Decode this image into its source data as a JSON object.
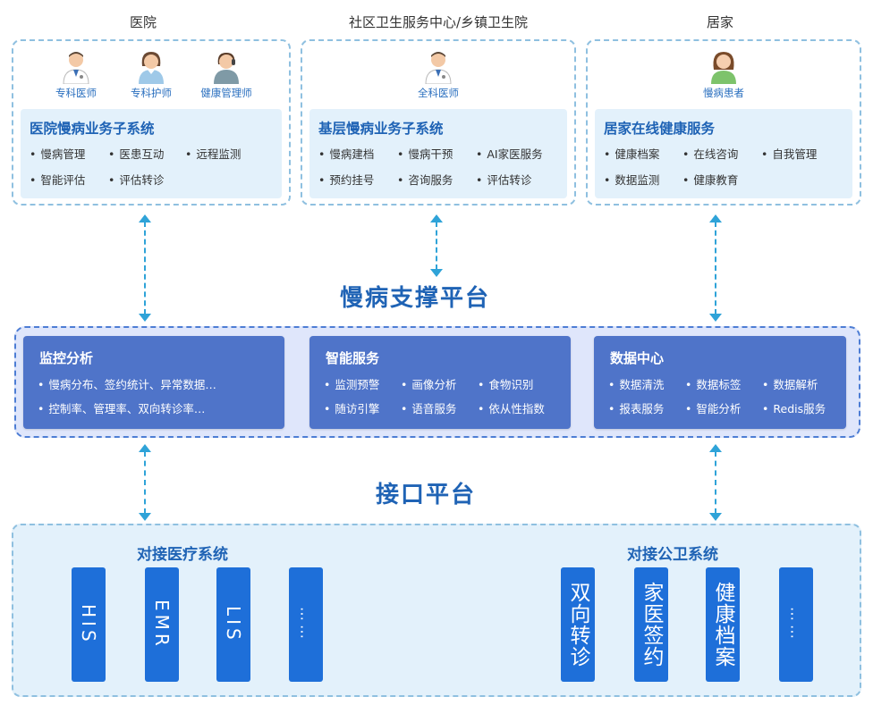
{
  "columns": {
    "hospital": {
      "header": "医院",
      "roles": [
        "专科医师",
        "专科护师",
        "健康管理师"
      ],
      "subsystem": "医院慢病业务子系统",
      "items": [
        "慢病管理",
        "医患互动",
        "远程监测",
        "智能评估",
        "评估转诊"
      ]
    },
    "community": {
      "header": "社区卫生服务中心/乡镇卫生院",
      "roles": [
        "全科医师"
      ],
      "subsystem": "基层慢病业务子系统",
      "items": [
        "慢病建档",
        "慢病干预",
        "AI家医服务",
        "预约挂号",
        "咨询服务",
        "评估转诊"
      ]
    },
    "home": {
      "header": "居家",
      "roles": [
        "慢病患者"
      ],
      "subsystem": "居家在线健康服务",
      "items": [
        "健康档案",
        "在线咨询",
        "自我管理",
        "数据监测",
        "健康教育"
      ]
    }
  },
  "support_platform": {
    "title": "慢病支撑平台",
    "boxes": [
      {
        "title": "监控分析",
        "items": [
          "慢病分布、签约统计、异常数据…",
          "控制率、管理率、双向转诊率…"
        ]
      },
      {
        "title": "智能服务",
        "items": [
          "监测预警",
          "画像分析",
          "食物识别",
          "随访引擎",
          "语音服务",
          "依从性指数"
        ]
      },
      {
        "title": "数据中心",
        "items": [
          "数据清洗",
          "数据标签",
          "数据解析",
          "报表服务",
          "智能分析",
          "Redis服务"
        ]
      }
    ]
  },
  "interface_platform": {
    "title": "接口平台",
    "medical": {
      "title": "对接医疗系统",
      "systems": [
        "HIS",
        "EMR",
        "LIS",
        "……"
      ]
    },
    "public_health": {
      "title": "对接公卫系统",
      "systems": [
        "双向转诊",
        "家医签约",
        "健康档案",
        "……"
      ]
    }
  },
  "colors": {
    "accent": "#1f63b5",
    "support_box": "#4f74c9",
    "system_bar": "#1e6fd9",
    "arrow": "#2fa3d8",
    "panel_fill": "#e3f1fb"
  }
}
